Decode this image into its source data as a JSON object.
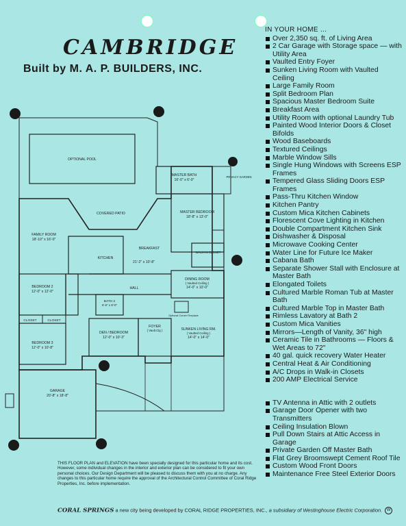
{
  "title": "CAMBRIDGE",
  "builder": "Built by M. A. P. BUILDERS, INC.",
  "rooms": {
    "pool": "OPTIONAL POOL",
    "covered_patio": "COVERED PATIO",
    "master_bath": "MASTER BATH",
    "master_bath_dims": "16'-0\" x 6'-0\"",
    "privacy_garden": "PRIVACY GARDEN",
    "master_bedroom": "MASTER BEDROOM",
    "master_bedroom_dims": "18'-8\" x 13'-0\"",
    "family_room": "FAMILY ROOM",
    "family_room_dims": "18'-10\" x 16'-0\"",
    "kitchen": "KITCHEN",
    "breakfast": "BREAKFAST",
    "breakfast_dims": "21'-2\" x 10'-8\"",
    "walk_in_closet": "WALK-IN CLOSET",
    "bedroom2": "BEDROOM 2",
    "bedroom2_dims": "12'-0\" x 12'-0\"",
    "closet": "CLOSET",
    "hall": "HALL",
    "dining_room": "DINING ROOM",
    "dining_room_note": "( Vaulted Ceiling )",
    "dining_room_dims": "14'-0\" x 10'-0\"",
    "bath2": "BATH 2",
    "bath2_dims": "6'-6\" x 8'-0\"",
    "optional_fireplace": "Optional Corner Fireplace",
    "den": "DEN / BEDROOM",
    "den_dims": "12'-0\" x 10'-3\"",
    "foyer": "FOYER",
    "foyer_note": "( Vault.Clg )",
    "sunken_living": "SUNKEN LIVING RM.",
    "sunken_living_note": "( Vaulted Ceiling )",
    "sunken_living_dims": "14'-0\" x 14'-0\"",
    "bedroom3": "BEDROOM 3",
    "bedroom3_dims": "12'-0\" x 10'-8\"",
    "garage": "GARAGE",
    "garage_dims": "20'-8\" x 18'-8\""
  },
  "features_header": "IN YOUR HOME ...",
  "features": [
    "Over 2,350 sq. ft. of Living Area",
    "2 Car Garage with Storage space — with Utility Area",
    "Vaulted Entry Foyer",
    "Sunken Living Room with Vaulted Ceiling",
    "Large Family Room",
    "Split Bedroom Plan",
    "Spacious Master Bedroom Suite",
    "Breakfast Area",
    "Utility Room with optional Laundry Tub",
    "Painted Wood Interior Doors & Closet Bifolds",
    "Wood Baseboards",
    "Textured Ceilings",
    "Marble Window Sills",
    "Single Hung Windows with Screens ESP Frames",
    "Tempered Glass Sliding Doors ESP Frames",
    "Pass-Thru Kitchen Window",
    "Kitchen Pantry",
    "Custom Mica Kitchen Cabinets",
    "Florescent Cove Lighting in Kitchen",
    "Double Compartment Kitchen Sink",
    "Dishwasher & Disposal",
    "Microwave Cooking Center",
    "Water Line for Future Ice Maker",
    "Cabana Bath",
    "Separate Shower Stall with Enclosure at Master Bath",
    "Elongated Toilets",
    "Cultured Marble Roman Tub at Master Bath",
    "Cultured Marble Top in Master Bath",
    "Rimless Lavatory at Bath 2",
    "Custom Mica Vanities",
    "Mirrors—Length of Vanity, 36\" high",
    "Ceramic Tile in Bathrooms — Floors & Wet Areas to 72\"",
    "40 gal. quick recovery Water Heater",
    "Central Heat & Air Conditioning",
    "A/C Drops in Walk-in Closets",
    "200 AMP Electrical Service"
  ],
  "features_extra": [
    "TV Antenna in Attic with 2 outlets",
    "Garage Door Opener with two Transmitters",
    "Ceiling Insulation Blown",
    "Pull Down Stairs at Attic Access in Garage",
    "Private Garden Off Master Bath",
    "Flat Grey Broomswept Cement Roof Tile",
    "Custom Wood Front Doors",
    "Maintenance Free Steel Exterior Doors"
  ],
  "disclaimer": "THIS FLOOR PLAN and ELEVATION have been specially designed for this particular home and its cost. However, some individual changes in the interior and exterior plan can be considered to fit your own personal choices. Our Design Department will be pleased to discuss them with you at no charge. Any changes to this particular home require the approval of the Architectural Control Committee of Coral Ridge Properties, Inc. before implementation.",
  "footer": {
    "brand": "CORAL SPRINGS",
    "middle": " a new city being developed by CORAL RIDGE PROPERTIES, INC., ",
    "tail": "a subsidiary of Westinghouse Electric Corporation.",
    "seal": "W"
  },
  "colors": {
    "background": "#a9e6e4",
    "ink": "#1a1a1a"
  }
}
